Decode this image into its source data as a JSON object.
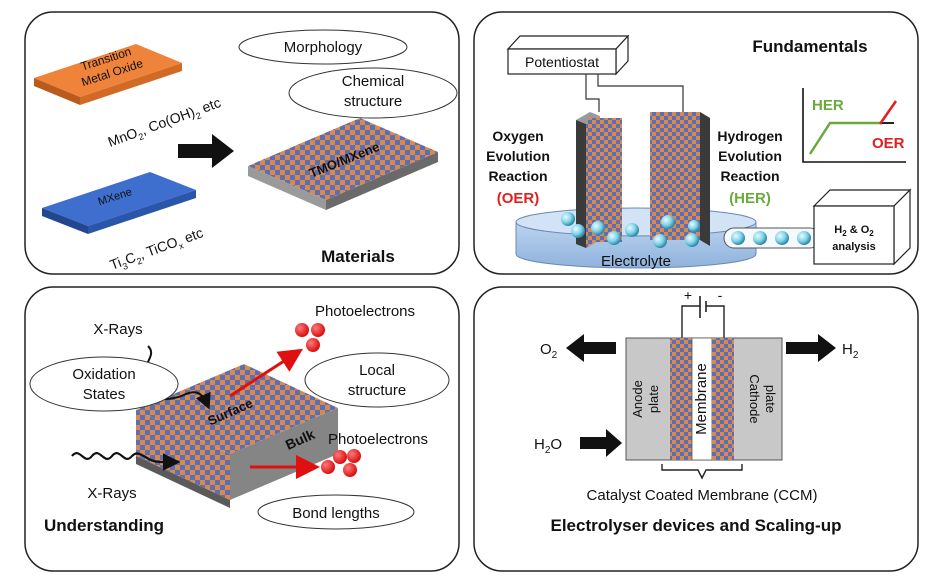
{
  "panels": {
    "materials": {
      "title": "Materials",
      "tmo_line1": "Transition",
      "tmo_line2": "Metal Oxide",
      "tmo_examples_1": "MnO",
      "tmo_examples_sub1": "2",
      "tmo_examples_2": ", Co(OH)",
      "tmo_examples_sub2": "2",
      "tmo_examples_3": " etc",
      "mxene_label": "MXene",
      "mxene_examples_1": "Ti",
      "mxene_examples_sub1": "3",
      "mxene_examples_2": "C",
      "mxene_examples_sub2": "2",
      "mxene_examples_3": ", TiCO",
      "mxene_examples_sub3": "x",
      "mxene_examples_4": " etc",
      "composite_label": "TMO/MXene",
      "morphology": "Morphology",
      "chemical_line1": "Chemical",
      "chemical_line2": "structure"
    },
    "fundamentals": {
      "title": "Fundamentals",
      "potentiostat": "Potentiostat",
      "oer_line1": "Oxygen",
      "oer_line2": "Evolution",
      "oer_line3": "Reaction",
      "oer_abbr": "(OER)",
      "her_line1": "Hydrogen",
      "her_line2": "Evolution",
      "her_line3": "Reaction",
      "her_abbr": "(HER)",
      "electrolyte": "Electrolyte",
      "graph_her": "HER",
      "graph_oer": "OER",
      "analysis_line1a": "H",
      "analysis_line1sub1": "2",
      "analysis_line1b": " & O",
      "analysis_line1sub2": "2",
      "analysis_line2": "analysis",
      "colors": {
        "oer": "#e02020",
        "her": "#6aaa3a"
      }
    },
    "understanding": {
      "title": "Understanding",
      "xrays_top": "X-Rays",
      "xrays_bottom": "X-Rays",
      "photoelectrons_top": "Photoelectrons",
      "photoelectrons_bottom": "Photoelectrons",
      "oxidation_line1": "Oxidation",
      "oxidation_line2": "States",
      "local_line1": "Local",
      "local_line2": "structure",
      "bond_lengths": "Bond lengths",
      "surface": "Surface",
      "bulk": "Bulk"
    },
    "electrolyser": {
      "title": "Electrolyser devices and Scaling-up",
      "plus": "+",
      "minus": "-",
      "o2a": "O",
      "o2sub": "2",
      "h2a": "H",
      "h2sub": "2",
      "h2oa": "H",
      "h2osub": "2",
      "h2ob": "O",
      "anode_line1": "Anode",
      "anode_line2": "plate",
      "cathode_line1": "Cathode",
      "cathode_line2": "plate",
      "membrane": "Membrane",
      "ccm": "Catalyst Coated Membrane (CCM)"
    }
  }
}
